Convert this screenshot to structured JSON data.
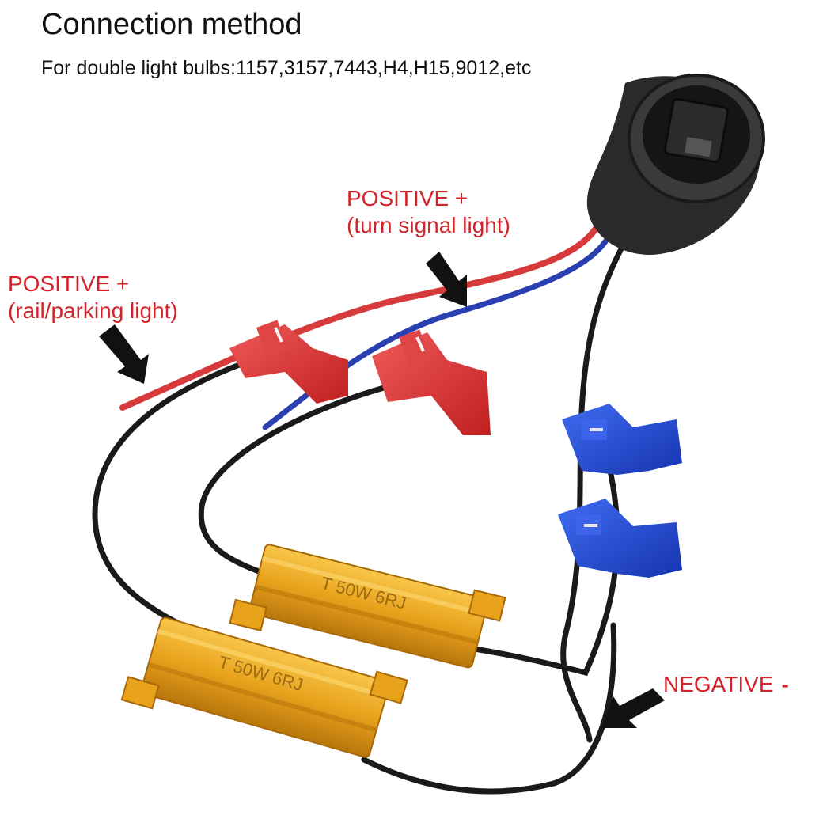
{
  "header": {
    "title": "Connection method",
    "subtitle": "For double light bulbs:1157,3157,7443,H4,H15,9012,etc"
  },
  "labels": {
    "turn_signal": {
      "line1": "POSITIVE +",
      "line2": "(turn signal light)"
    },
    "rail_parking": {
      "line1": "POSITIVE +",
      "line2": "(rail/parking light)"
    },
    "negative": {
      "text": "NEGATIVE",
      "sign": "-"
    }
  },
  "resistors": [
    {
      "marking": "T 50W 6RJ"
    },
    {
      "marking": "T 50W 6RJ"
    }
  ],
  "colors": {
    "label_red": "#d2232a",
    "red_wire": "#d63a3a",
    "blue_wire": "#2a3fb0",
    "black_wire": "#1a1a1a",
    "resistor_gold": "#e8a21c",
    "red_connector": "#e23a3a",
    "blue_connector": "#2450d8"
  }
}
